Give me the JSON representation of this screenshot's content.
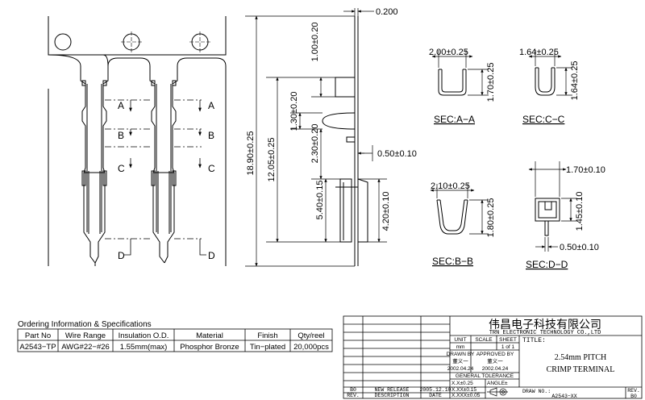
{
  "drawing": {
    "dims": {
      "thickness": "0.200",
      "d_top": "1.00±0.20",
      "d_mid1": "1.30±0.20",
      "d_mid2": "2.30±0.20",
      "d_length": "18.90±0.25",
      "d_12": "12.05±0.25",
      "d_540": "5.40±0.15",
      "d_420": "4.20±0.10",
      "d_050": "0.50±0.10"
    },
    "cut_labels": [
      "A",
      "B",
      "C",
      "D"
    ],
    "sections": [
      {
        "title": "SEC:A−A",
        "width": "2.00±0.25",
        "height": "1.70±0.25"
      },
      {
        "title": "SEC:C−C",
        "width": "1.64±0.25",
        "height": "1.64±0.25"
      },
      {
        "title": "SEC:B−B",
        "width": "2.10±0.25",
        "height": "1.80±0.25"
      },
      {
        "title": "SEC:D−D",
        "width": "1.70±0.10",
        "height": "1.45±0.10",
        "extra": "0.50±0.10"
      }
    ]
  },
  "ordering": {
    "title": "Ordering Information & Specifications",
    "headers": [
      "Part No",
      "Wire Range",
      "Insulation O.D.",
      "Material",
      "Finish",
      "Qty/reel"
    ],
    "rows": [
      [
        "A2543−TP",
        "AWG#22−#26",
        "1.55mm(max)",
        "Phosphor Bronze",
        "Tin−plated",
        "20,000pcs"
      ]
    ]
  },
  "titleblock": {
    "company_cn": "伟昌电子科技有限公司",
    "company_en": "TRN ELECTRONIC TECHNOLOGY CO.,LTD",
    "unit_label": "UNIT",
    "scale_label": "SCALE",
    "sheet_label": "SHEET",
    "unit_value": "mm",
    "sheet_value": "1 of 1",
    "drawn_label": "DRAWN BY",
    "drawn_name": "董义一",
    "drawn_date": "2002.04.24",
    "approved_label": "APPROVED BY",
    "approved_name": "董义一",
    "approved_date": "2002.04.24",
    "tol_label": "GENERAL TOLERANCE",
    "tol_x": "X.X±0.25",
    "tol_xx": "X.XX±0.15",
    "tol_xxx": "X.XXX±0.05",
    "angle_label": "ANGLE±",
    "title_label": "TITLE:",
    "title_line1": "2.54mm PITCH",
    "title_line2": "CRIMP TERMINAL",
    "draw_no_label": "DRAW NO.:",
    "draw_no": "A2543−XX",
    "rev_label": "REV.",
    "rev_value": "B0",
    "rev_rows": [
      {
        "rev": "B0",
        "desc": "NEW RELEASE",
        "date": "2005.12.10"
      }
    ],
    "rev_header": {
      "rev": "REV.",
      "desc": "DESCRIPTION",
      "date": "DATE"
    }
  }
}
